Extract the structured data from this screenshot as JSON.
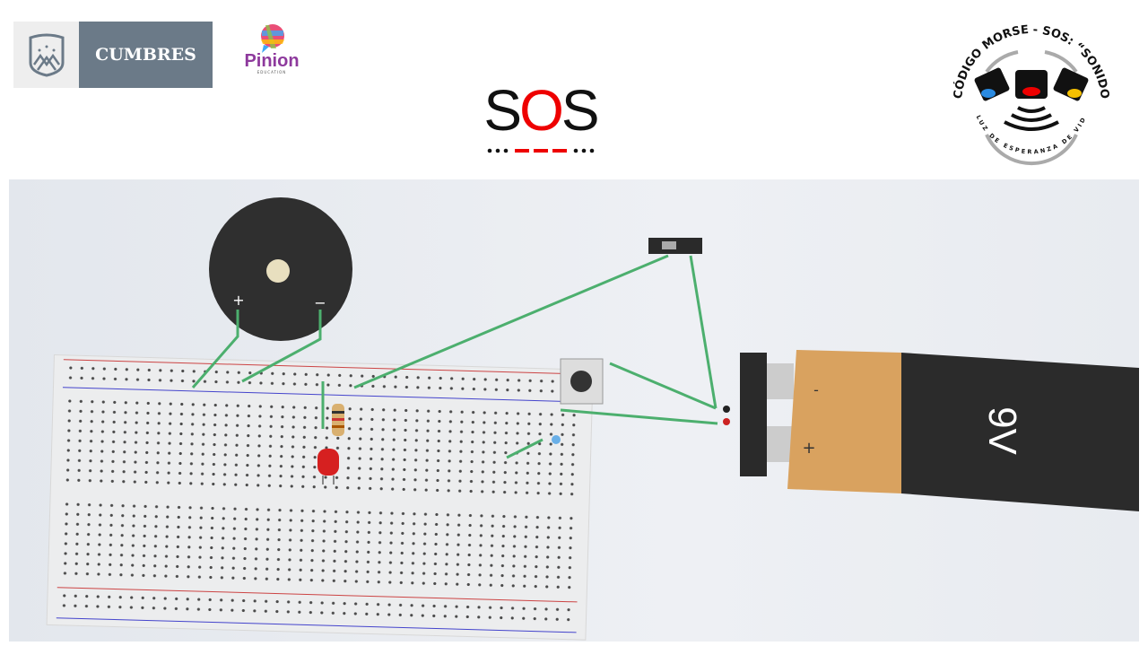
{
  "logos": {
    "cumbres": "CUMBRES",
    "pinion": "Pinion",
    "pinion_sub": "EDUCATION",
    "project_title": "CÓDIGO MORSE - SOS: “SONIDO",
    "project_subtitle": "O LUZ DE ESPERANZA DE VIDA”"
  },
  "title": {
    "s1": "S",
    "o": "O",
    "s2": "S",
    "morse": "... --- ..."
  },
  "circuit": {
    "battery_label": "9V",
    "battery_minus": "-",
    "battery_plus": "+",
    "buzzer_plus": "+",
    "buzzer_minus": "−",
    "colors": {
      "wire": "#4caf6e",
      "battery_top": "#d9a25f",
      "battery_body": "#2b2b2b",
      "led": "#d62020",
      "accent": "#e00000"
    }
  }
}
